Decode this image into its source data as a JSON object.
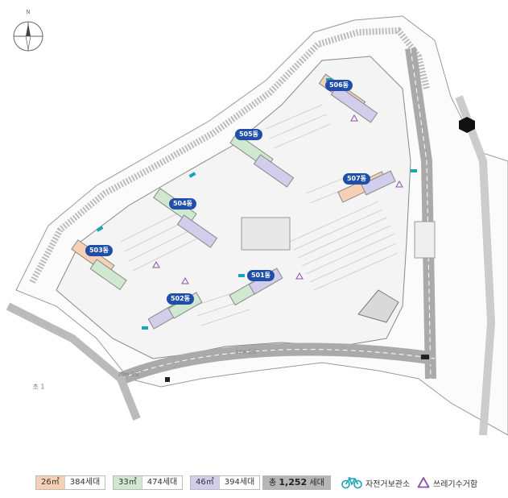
{
  "map": {
    "compass_label": "N",
    "road_12m": "12m 도로",
    "road_20m": "20m 도로",
    "road_hwy": "초 1",
    "buildings": [
      {
        "id": "506",
        "label": "506동"
      },
      {
        "id": "505",
        "label": "505동"
      },
      {
        "id": "507",
        "label": "507동"
      },
      {
        "id": "504",
        "label": "504동"
      },
      {
        "id": "503",
        "label": "503동"
      },
      {
        "id": "501",
        "label": "501동"
      },
      {
        "id": "502",
        "label": "502동"
      }
    ],
    "colors": {
      "unit_26": "#f6d0b5",
      "unit_33": "#cfe8cf",
      "unit_46": "#d2cdea",
      "building_label": "#1f4fa8",
      "accent_bike": "#1aa6b7",
      "accent_recycle": "#8a52a8"
    }
  },
  "legend": {
    "items": [
      {
        "size": "26㎡",
        "count": "384세대",
        "color": "#f6d0b5"
      },
      {
        "size": "33㎡",
        "count": "474세대",
        "color": "#cfe8cf"
      },
      {
        "size": "46㎡",
        "count": "394세대",
        "color": "#d2cdea"
      }
    ],
    "total_prefix": "총",
    "total_value": "1,252",
    "total_suffix": "세대",
    "bike_label": "자전거보관소",
    "recycle_label": "쓰레기수거함"
  }
}
